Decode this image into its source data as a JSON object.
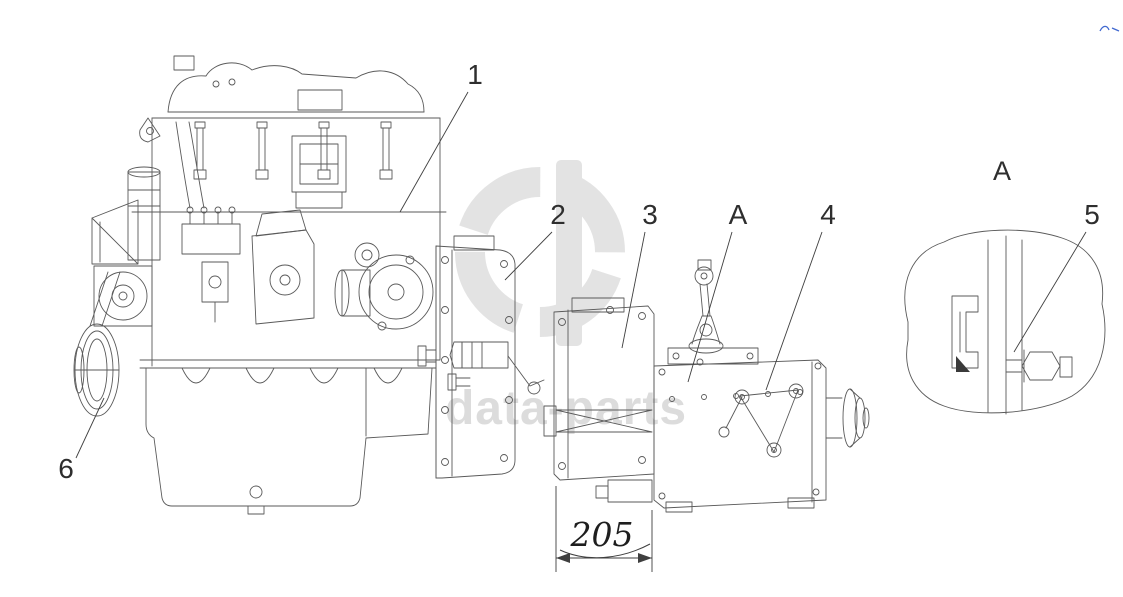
{
  "watermark": {
    "text": "data-parts",
    "color": "#dcdcdc"
  },
  "callouts": {
    "engine": "1",
    "clutch": "2",
    "intermediate": "3",
    "view_marker": "A",
    "gearbox": "4",
    "bracket": "5",
    "pulley": "6"
  },
  "detail_view": {
    "label": "A"
  },
  "dimension": {
    "value": "205"
  }
}
